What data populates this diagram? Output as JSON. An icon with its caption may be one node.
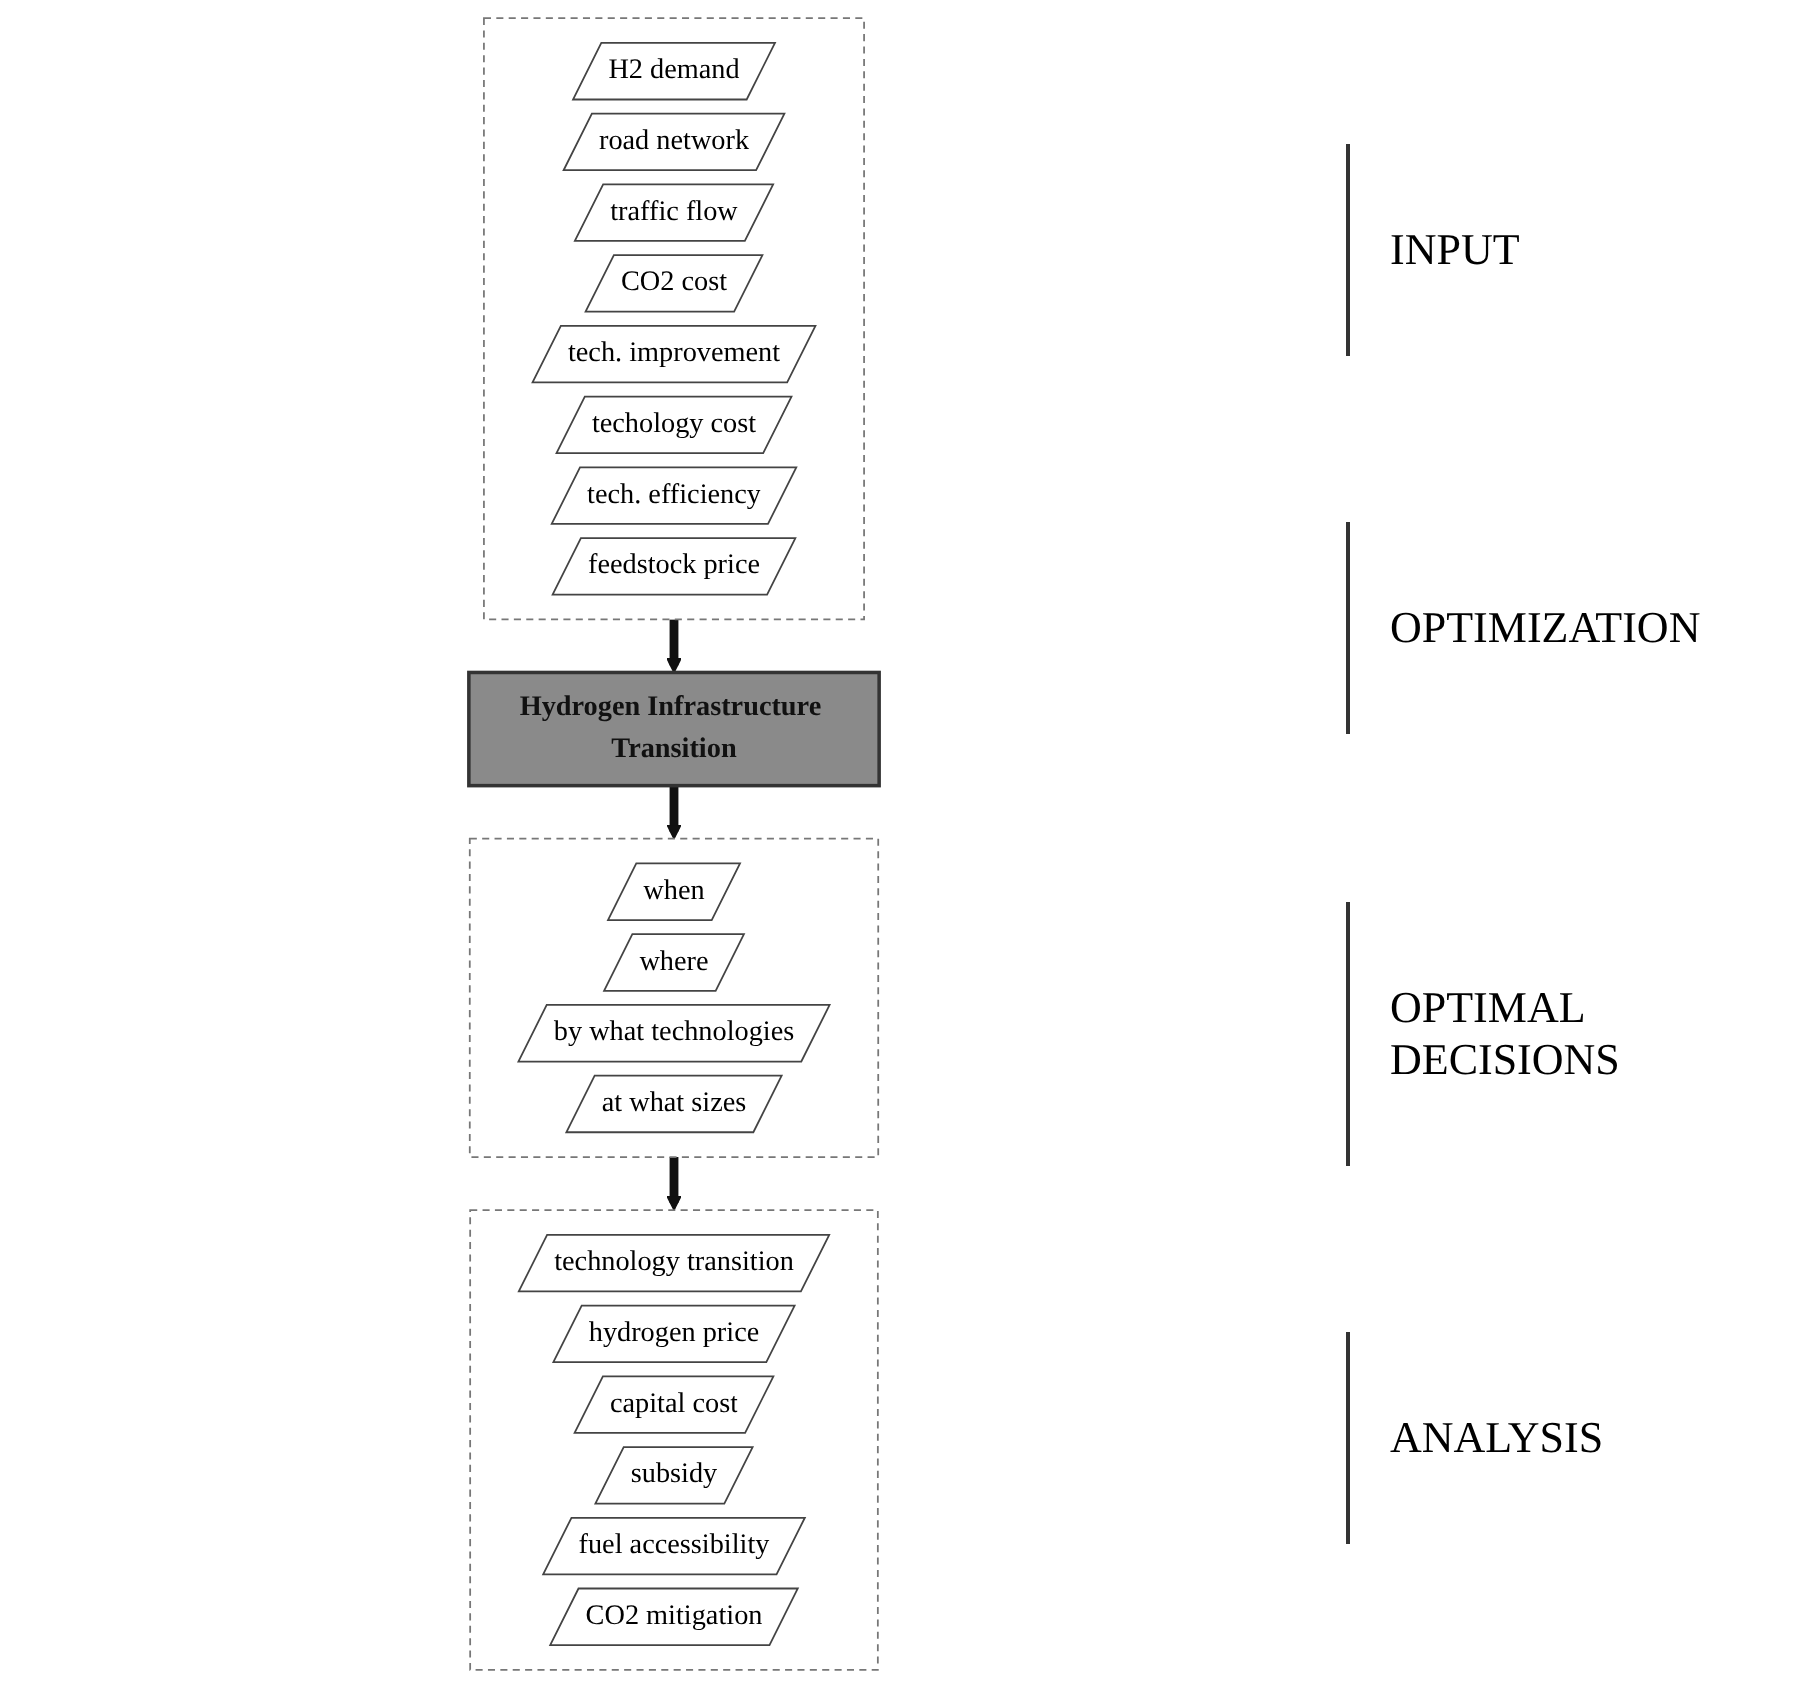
{
  "diagram": {
    "nodes": [
      {
        "text": [],
        "shape": "box"
      },
      {
        "text": [
          "H2 demand"
        ],
        "in": 0
      },
      {
        "text": [
          "road network"
        ],
        "in": 0
      },
      {
        "text": [
          "traffic flow"
        ],
        "in": 0
      },
      {
        "text": [
          "CO2 cost"
        ],
        "in": 0
      },
      {
        "text": [
          "tech. improvement"
        ],
        "in": 0
      },
      {
        "text": [
          "techology cost"
        ],
        "in": 0
      },
      {
        "text": [
          "tech. efficiency"
        ],
        "in": 0
      },
      {
        "text": [
          "feedstock price"
        ],
        "in": 0
      },
      {
        "text": [
          "Hydrogen Infrastructure Transition"
        ]
      },
      {
        "text": [],
        "shape": "box"
      },
      {
        "text": [
          "when"
        ],
        "in": 10
      },
      {
        "text": [
          "where"
        ],
        "in": 10
      },
      {
        "text": [
          "by what technologies"
        ],
        "in": 10
      },
      {
        "text": [
          "at what sizes"
        ],
        "in": 10
      },
      {
        "text": [],
        "shape": "box"
      },
      {
        "text": [
          "technology transition"
        ],
        "in": 15
      },
      {
        "text": [
          "hydrogen price"
        ],
        "in": 15
      },
      {
        "text": [
          "capital cost"
        ],
        "in": 15
      },
      {
        "text": [
          "subsidy"
        ],
        "in": 15
      },
      {
        "text": [
          "fuel accessibility"
        ],
        "in": 15
      },
      {
        "text": [
          "CO2 mitigation"
        ],
        "in": 15
      }
    ],
    "edges": [
      {
        "from": 0,
        "to": 9,
        "arrow": "to"
      },
      {
        "from": 9,
        "to": 10,
        "arrow": "to"
      },
      {
        "from": 10,
        "to": 15,
        "arrow": "to"
      }
    ],
    "labels": [
      "INPUT",
      "OPTIMIZATION",
      "OPTIMAL DECISIONS",
      "ANALYSIS"
    ]
  }
}
